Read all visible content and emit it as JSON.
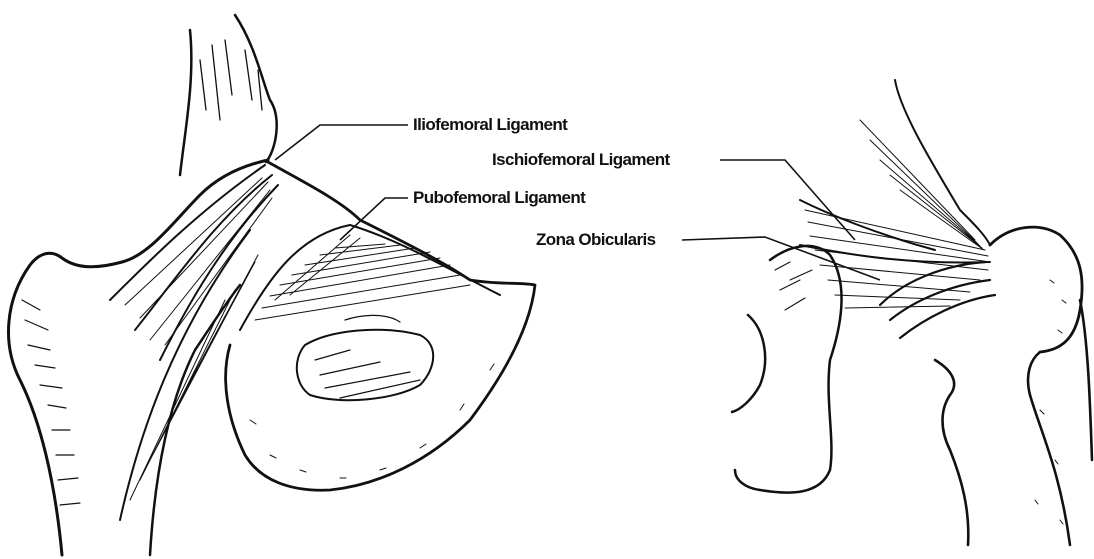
{
  "labels": {
    "iliofemoral": "Iliofemoral Ligament",
    "pubofemoral": "Pubofemoral Ligament",
    "ischiofemoral": "Ischiofemoral Ligament",
    "zona": "Zona Obicularis"
  },
  "colors": {
    "ink": "#111111",
    "paper": "#ffffff"
  }
}
